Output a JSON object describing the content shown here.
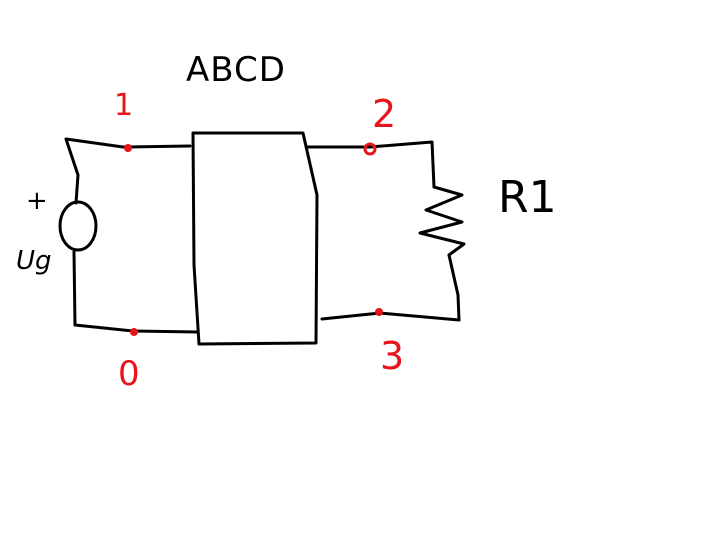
{
  "diagram": {
    "block_label": "ABCD",
    "source_plus": "+",
    "source_label": "Ug",
    "resistor_label": "R1",
    "nodes": [
      {
        "id": "1",
        "label": "1"
      },
      {
        "id": "2",
        "label": "2"
      },
      {
        "id": "3",
        "label": "3"
      },
      {
        "id": "0",
        "label": "0"
      }
    ]
  },
  "colors": {
    "wire": "#000000",
    "node": "#e8141b",
    "background": "#ffffff"
  }
}
